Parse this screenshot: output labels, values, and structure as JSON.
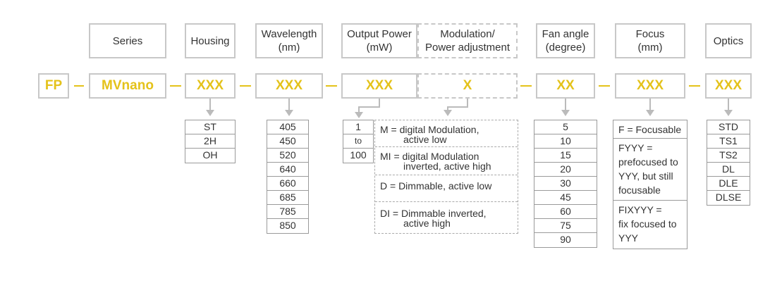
{
  "headers": {
    "series": "Series",
    "housing": "Housing",
    "wavelength": [
      "Wavelength",
      "(nm)"
    ],
    "output_power": [
      "Output Power",
      "(mW)"
    ],
    "modulation": [
      "Modulation/",
      "Power adjustment"
    ],
    "fan_angle": [
      "Fan angle",
      "(degree)"
    ],
    "focus": [
      "Focus",
      "(mm)"
    ],
    "optics": "Optics"
  },
  "codes": {
    "prefix": "FP",
    "series": "MVnano",
    "housing": "XXX",
    "wavelength": "XXX",
    "output_power": "XXX",
    "modulation": "X",
    "fan_angle": "XX",
    "focus": "XXX",
    "optics": "XXX"
  },
  "options": {
    "housing": [
      "ST",
      "2H",
      "OH"
    ],
    "wavelength": [
      "405",
      "450",
      "520",
      "640",
      "660",
      "685",
      "785",
      "850"
    ],
    "output_power": [
      "1",
      "to",
      "100"
    ],
    "modulation": [
      {
        "line1": "M = digital Modulation,",
        "line2": "active low"
      },
      {
        "line1": "MI = digital Modulation",
        "line2": "inverted, active high"
      },
      {
        "line1": "D = Dimmable, active low",
        "line2": ""
      },
      {
        "line1": "DI = Dimmable inverted,",
        "line2": "active high"
      }
    ],
    "fan_angle": [
      "5",
      "10",
      "15",
      "20",
      "30",
      "45",
      "60",
      "75",
      "90"
    ],
    "focus": [
      [
        "F = Focusable"
      ],
      [
        "FYYY =",
        "prefocused to",
        "YYY, but still",
        "focusable"
      ],
      [
        "FIXYYY =",
        "fix focused to",
        "YYY"
      ]
    ],
    "optics": [
      "STD",
      "TS1",
      "TS2",
      "DL",
      "DLE",
      "DLSE"
    ]
  },
  "colors": {
    "code_text": "#e4c21a",
    "box_border": "#c8c8c8",
    "connector": "#bbbbbb"
  }
}
